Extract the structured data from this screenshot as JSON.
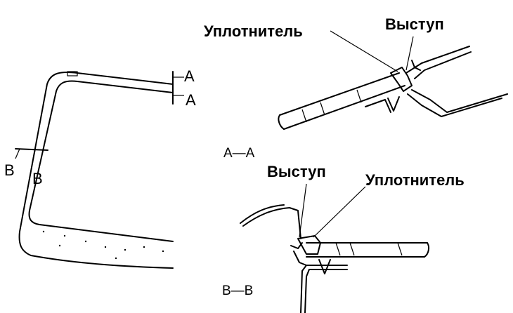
{
  "labels": {
    "seal_top": "Уплотнитель",
    "protrusion_top": "Выступ",
    "section_aa": "A—A",
    "protrusion_bottom": "Выступ",
    "seal_bottom": "Уплотнитель",
    "section_bb": "B—B",
    "mark_a1": "A",
    "mark_a2": "A",
    "mark_b1": "B",
    "mark_b2": "B"
  }
}
